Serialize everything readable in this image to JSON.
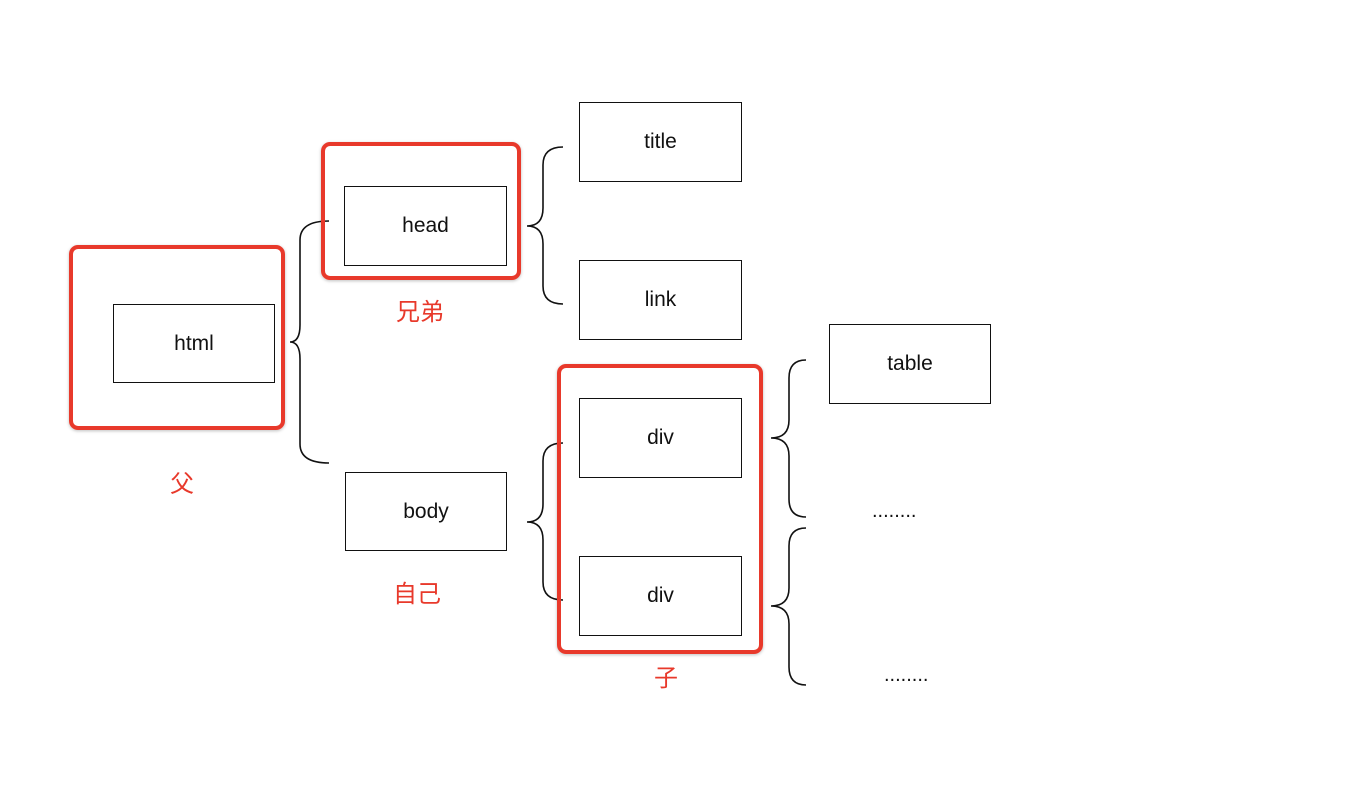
{
  "nodes": {
    "html": "html",
    "head": "head",
    "body": "body",
    "title": "title",
    "link": "link",
    "div_1": "div",
    "div_2": "div",
    "table": "table"
  },
  "ellipses": {
    "first": "........",
    "second": "........"
  },
  "relation_labels": {
    "parent": "父",
    "sibling": "兄弟",
    "self": "自己",
    "child": "子"
  },
  "colors": {
    "highlight": "#e8392b",
    "node_border": "#111111",
    "background": "#ffffff"
  }
}
